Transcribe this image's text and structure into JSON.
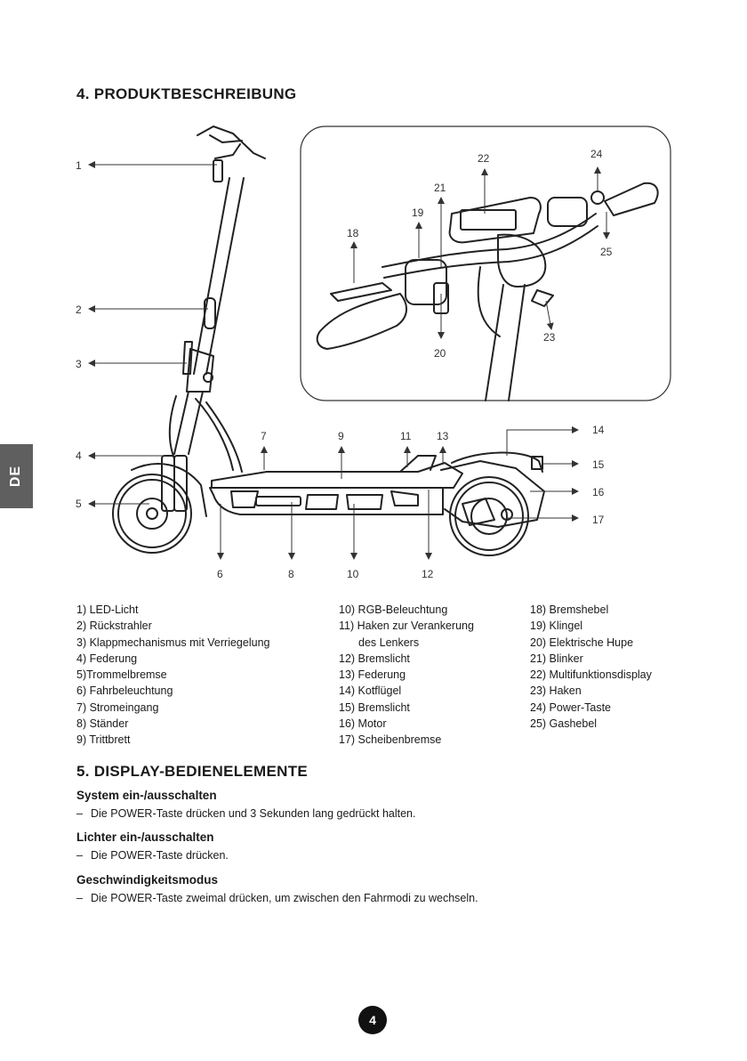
{
  "sections": {
    "product": {
      "title": "4. PRODUKTBESCHREIBUNG"
    },
    "display": {
      "title": "5. DISPLAY-BEDIENELEMENTE"
    }
  },
  "lang_tab": "DE",
  "callouts": [
    "1",
    "2",
    "3",
    "4",
    "5",
    "6",
    "7",
    "8",
    "9",
    "10",
    "11",
    "12",
    "13",
    "14",
    "15",
    "16",
    "17",
    "18",
    "19",
    "20",
    "21",
    "22",
    "23",
    "24",
    "25"
  ],
  "legend": {
    "col1": [
      "1) LED-Licht",
      "2) Rückstrahler",
      "3) Klappmechanismus mit Verriegelung",
      "4) Federung",
      "5)Trommelbremse",
      "6) Fahrbeleuchtung",
      "7) Stromeingang",
      "8) Ständer",
      "9) Trittbrett"
    ],
    "col2": [
      "10) RGB-Beleuchtung",
      "11) Haken zur Verankerung",
      "des Lenkers",
      "12) Bremslicht",
      "13) Federung",
      "14) Kotflügel",
      "15) Bremslicht",
      "16) Motor",
      "17) Scheibenbremse"
    ],
    "col3": [
      "18) Bremshebel",
      "19) Klingel",
      "20) Elektrische Hupe",
      "21) Blinker",
      "22) Multifunktionsdisplay",
      "23) Haken",
      "24) Power-Taste",
      "25) Gashebel"
    ]
  },
  "display_controls": [
    {
      "heading": "System ein-/ausschalten",
      "dash": "–",
      "text": "Die POWER-Taste drücken und 3 Sekunden lang gedrückt halten."
    },
    {
      "heading": "Lichter ein-/ausschalten",
      "dash": "–",
      "text": "Die POWER-Taste drücken."
    },
    {
      "heading": "Geschwindigkeitsmodus",
      "dash": "–",
      "text": "Die POWER-Taste zweimal drücken, um zwischen den Fahrmodi zu wechseln."
    }
  ],
  "page_number": "4"
}
